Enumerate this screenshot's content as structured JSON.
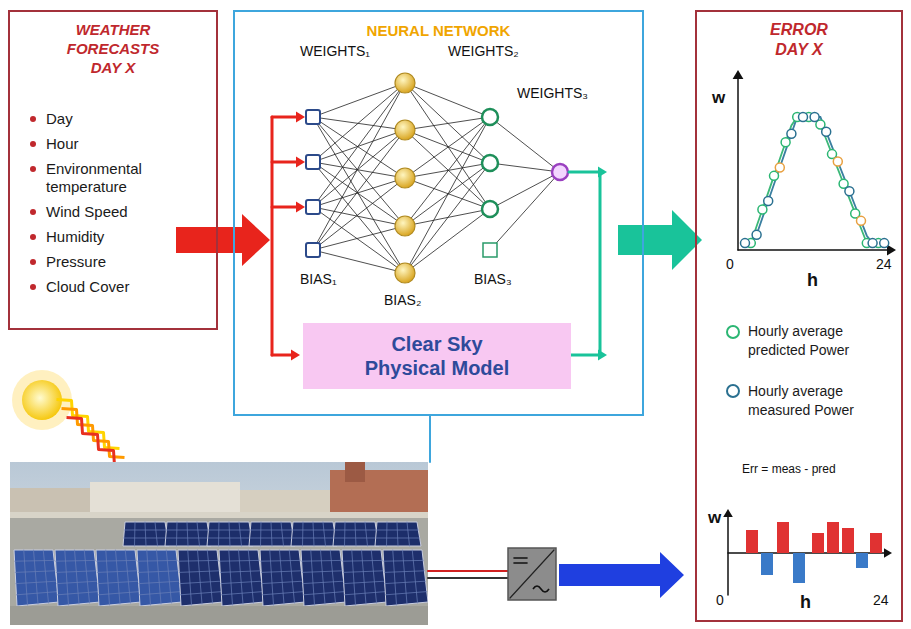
{
  "diagram": {
    "nodes": [
      {
        "text": [
          "WEATHER FORECASTS DAY X",
          "Day",
          "Hour",
          "Environmental temperature",
          "Wind Speed",
          "Humidity",
          "Pressure",
          "Cloud Cover"
        ]
      },
      {
        "text": [
          "NEURAL NETWORK"
        ]
      },
      {
        "text": [
          "Clear Sky Physical Model"
        ],
        "in": 1
      },
      {
        "text": [
          "ERROR DAY X"
        ]
      }
    ],
    "edges": [
      {
        "from": 0,
        "to": 1,
        "arrow": "to"
      },
      {
        "from": 1,
        "to": 3,
        "arrow": "to"
      }
    ],
    "labels": [
      "WEIGHTS₁",
      "WEIGHTS₂",
      "WEIGHTS₃",
      "BIAS₁",
      "BIAS₂",
      "BIAS₃",
      "w",
      "0",
      "h",
      "24",
      "Err = meas - pred",
      "w",
      "0",
      "h",
      "24"
    ],
    "legend": [
      {
        "text": "Hourly average predicted Power"
      },
      {
        "text": "Hourly average measured Power"
      }
    ]
  }
}
